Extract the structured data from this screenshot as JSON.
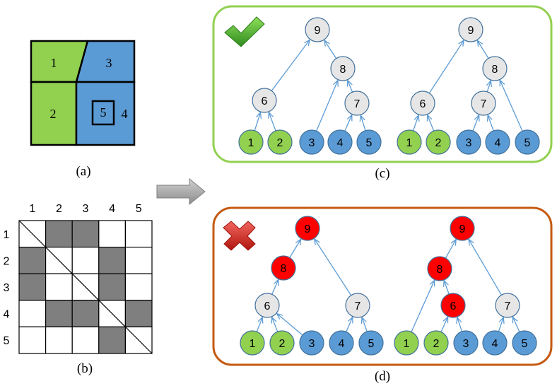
{
  "colors": {
    "green": "#92D050",
    "blue": "#5B9BD5",
    "grey_node": "#E7E6E6",
    "red_node": "#FF0000",
    "edge": "#5B9BD5",
    "panel_c_border": "#92D050",
    "panel_d_border": "#C55A11",
    "matrix_fill": "#7F7F7F",
    "check": "#4CAF22",
    "cross": "#D9261C",
    "arrow_fill": "#A6A6A6"
  },
  "panel_a": {
    "label": "(a)",
    "regions": [
      {
        "id": "1",
        "color": "green"
      },
      {
        "id": "2",
        "color": "green"
      },
      {
        "id": "3",
        "color": "blue"
      },
      {
        "id": "4",
        "color": "blue"
      },
      {
        "id": "5",
        "color": "blue"
      }
    ]
  },
  "panel_b": {
    "label": "(b)",
    "col_labels": [
      "1",
      "2",
      "3",
      "4",
      "5"
    ],
    "row_labels": [
      "1",
      "2",
      "3",
      "4",
      "5"
    ],
    "filled_cells": [
      [
        1,
        2
      ],
      [
        1,
        3
      ],
      [
        2,
        1
      ],
      [
        2,
        4
      ],
      [
        3,
        1
      ],
      [
        3,
        4
      ],
      [
        4,
        2
      ],
      [
        4,
        3
      ],
      [
        4,
        5
      ],
      [
        5,
        4
      ]
    ]
  },
  "panel_c": {
    "label": "(c)",
    "status_icon": "check-icon",
    "trees": [
      {
        "nodes": [
          {
            "id": "9",
            "color": "grey"
          },
          {
            "id": "8",
            "color": "grey"
          },
          {
            "id": "6",
            "color": "grey"
          },
          {
            "id": "7",
            "color": "grey"
          },
          {
            "id": "1",
            "color": "green"
          },
          {
            "id": "2",
            "color": "green"
          },
          {
            "id": "3",
            "color": "blue"
          },
          {
            "id": "4",
            "color": "blue"
          },
          {
            "id": "5",
            "color": "blue"
          }
        ],
        "edges": [
          [
            "1",
            "6"
          ],
          [
            "2",
            "6"
          ],
          [
            "4",
            "7"
          ],
          [
            "5",
            "7"
          ],
          [
            "3",
            "8"
          ],
          [
            "7",
            "8"
          ],
          [
            "6",
            "9"
          ],
          [
            "8",
            "9"
          ]
        ]
      },
      {
        "nodes": [
          {
            "id": "9",
            "color": "grey"
          },
          {
            "id": "8",
            "color": "grey"
          },
          {
            "id": "6",
            "color": "grey"
          },
          {
            "id": "7",
            "color": "grey"
          },
          {
            "id": "1",
            "color": "green"
          },
          {
            "id": "2",
            "color": "green"
          },
          {
            "id": "3",
            "color": "blue"
          },
          {
            "id": "4",
            "color": "blue"
          },
          {
            "id": "5",
            "color": "blue"
          }
        ],
        "edges": [
          [
            "1",
            "6"
          ],
          [
            "2",
            "6"
          ],
          [
            "3",
            "7"
          ],
          [
            "4",
            "7"
          ],
          [
            "5",
            "8"
          ],
          [
            "7",
            "8"
          ],
          [
            "6",
            "9"
          ],
          [
            "8",
            "9"
          ]
        ]
      }
    ]
  },
  "panel_d": {
    "label": "(d)",
    "status_icon": "cross-icon",
    "trees": [
      {
        "nodes": [
          {
            "id": "9",
            "color": "red"
          },
          {
            "id": "8",
            "color": "red"
          },
          {
            "id": "6",
            "color": "grey"
          },
          {
            "id": "7",
            "color": "grey"
          },
          {
            "id": "1",
            "color": "green"
          },
          {
            "id": "2",
            "color": "green"
          },
          {
            "id": "3",
            "color": "blue"
          },
          {
            "id": "4",
            "color": "blue"
          },
          {
            "id": "5",
            "color": "blue"
          }
        ],
        "edges": [
          [
            "1",
            "6"
          ],
          [
            "2",
            "6"
          ],
          [
            "3",
            "6"
          ],
          [
            "4",
            "7"
          ],
          [
            "5",
            "7"
          ],
          [
            "6",
            "8"
          ],
          [
            "8",
            "9"
          ],
          [
            "7",
            "9"
          ]
        ]
      },
      {
        "nodes": [
          {
            "id": "9",
            "color": "red"
          },
          {
            "id": "8",
            "color": "red"
          },
          {
            "id": "6",
            "color": "red"
          },
          {
            "id": "7",
            "color": "grey"
          },
          {
            "id": "1",
            "color": "green"
          },
          {
            "id": "2",
            "color": "green"
          },
          {
            "id": "3",
            "color": "blue"
          },
          {
            "id": "4",
            "color": "blue"
          },
          {
            "id": "5",
            "color": "blue"
          }
        ],
        "edges": [
          [
            "2",
            "6"
          ],
          [
            "3",
            "6"
          ],
          [
            "4",
            "7"
          ],
          [
            "5",
            "7"
          ],
          [
            "1",
            "8"
          ],
          [
            "6",
            "8"
          ],
          [
            "8",
            "9"
          ],
          [
            "7",
            "9"
          ]
        ]
      }
    ]
  }
}
